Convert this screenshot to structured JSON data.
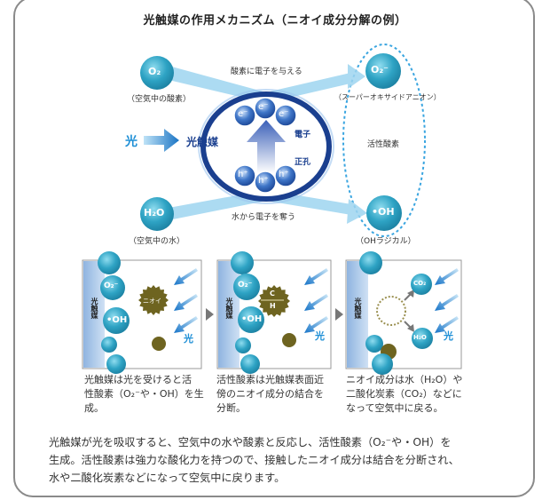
{
  "title": "光触媒の作用メカニズム（ニオイ成分分解の例）",
  "top_diagram": {
    "oxygen": {
      "symbol": "O₂",
      "label": "（空気中の酸素）"
    },
    "water": {
      "symbol": "H₂O",
      "label": "（空気中の水）"
    },
    "superoxide": {
      "symbol": "O₂⁻",
      "label": "（スーパーオキサイドアニオン）"
    },
    "hydroxyl": {
      "symbol": "•OH",
      "label": "（OHラジカル）"
    },
    "arrow_top_label": "酸素に電子を与える",
    "arrow_bottom_label": "水から電子を奪う",
    "light_label": "光",
    "photocatalyst_label": "光触媒",
    "electron_label": "電子",
    "hole_label": "正孔",
    "electron_symbol": "e⁻",
    "hole_symbol": "h⁺",
    "active_oxygen_label": "活性酸素"
  },
  "panels": [
    {
      "wall_label": "光触媒",
      "odor_label": "ニオイ",
      "o2_symbol": "O₂⁻",
      "oh_symbol": "•OH",
      "light_label": "光",
      "caption": [
        "光触媒は光を受けると活",
        "性酸素（O₂⁻や・OH）を生",
        "成。"
      ]
    },
    {
      "wall_label": "光触媒",
      "odor_c": "C",
      "odor_h": "H",
      "o2_symbol": "O₂⁻",
      "oh_symbol": "•OH",
      "light_label": "光",
      "caption": [
        "活性酸素は光触媒表面近",
        "傍のニオイ成分の結合を",
        "分断。"
      ]
    },
    {
      "wall_label": "光触媒",
      "co2_symbol": "CO₂",
      "h2o_symbol": "H₂O",
      "light_label": "光",
      "caption": [
        "ニオイ成分は水（H₂O）や",
        "二酸化炭素（CO₂）などに",
        "なって空気中に戻る。"
      ]
    }
  ],
  "description": [
    "光触媒が光を吸収すると、空気中の水や酸素と反応し、活性酸素（O₂⁻や・OH）を",
    "生成。活性酸素は強力な酸化力を持つので、接触したニオイ成分は結合を分断され、",
    "水や二酸化炭素などになって空気中に戻ります。"
  ],
  "colors": {
    "sphere": "#2ea3c4",
    "sphere_light": "#7fd0e6",
    "arrow_light": "#9ed5f0",
    "navy": "#1a3f8f",
    "light_blue_text": "#1e8fd6",
    "odor": "#6e6420",
    "dashed": "#3aa5e0"
  }
}
